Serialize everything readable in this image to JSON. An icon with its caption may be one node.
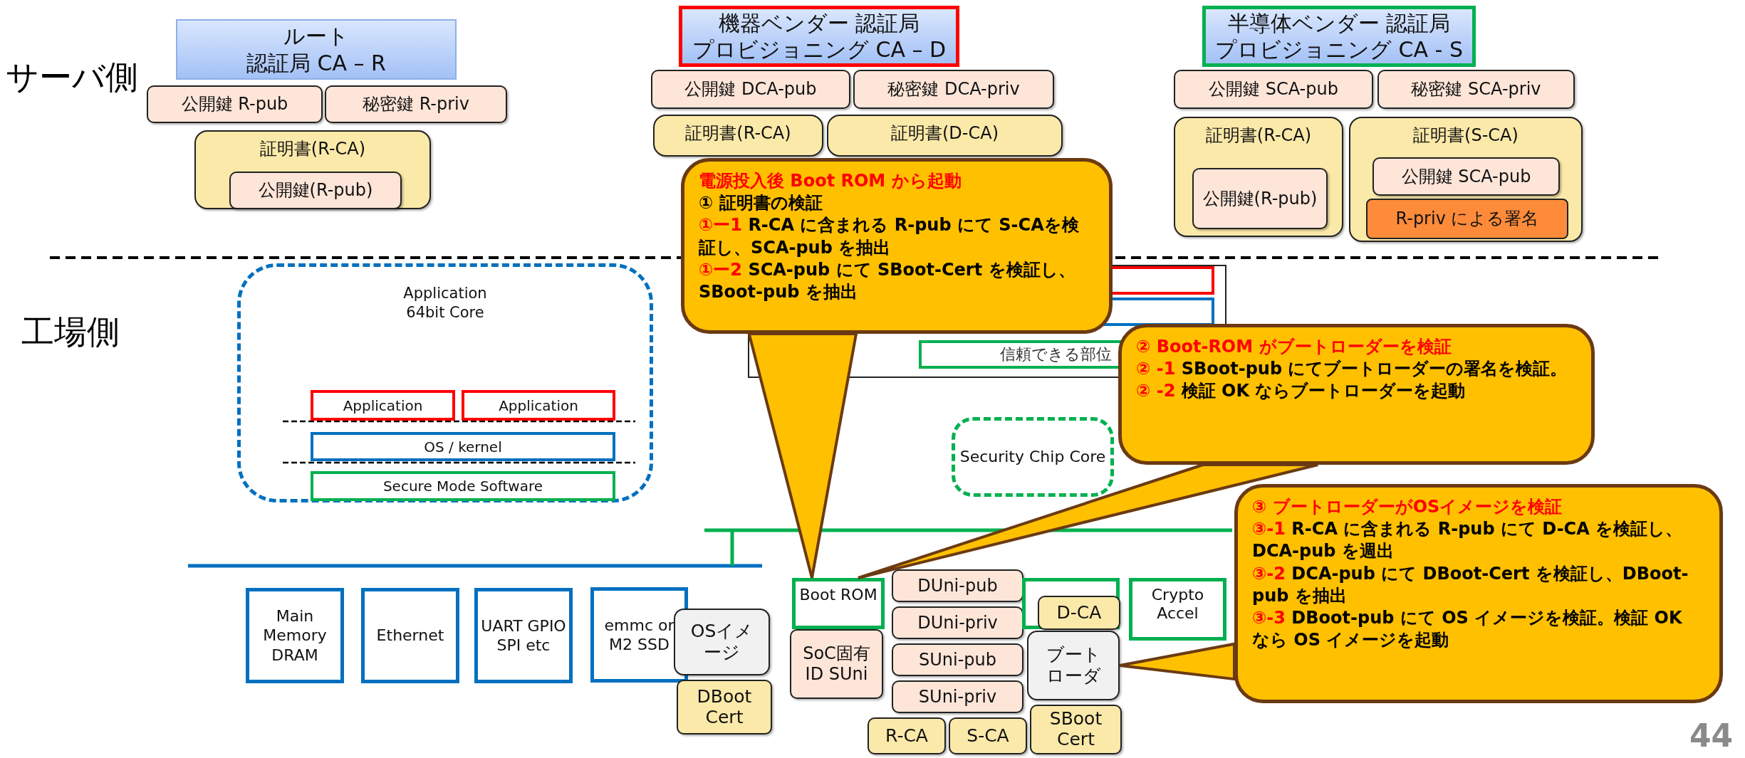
{
  "diagram": {
    "nodes": [
      {
        "text": [
          "ルート",
          "認証局 CA – R"
        ]
      },
      {
        "text": [
          "公開鍵 R-pub"
        ]
      },
      {
        "text": [
          "秘密鍵 R-priv"
        ]
      },
      {
        "text": [
          "証明書(R-CA)"
        ]
      },
      {
        "text": [
          "公開鍵(R-pub)"
        ],
        "in": 3
      },
      {
        "text": [
          "機器ベンダー 認証局",
          "プロビジョニング CA – D"
        ]
      },
      {
        "text": [
          "公開鍵 DCA-pub"
        ]
      },
      {
        "text": [
          "秘密鍵 DCA-priv"
        ]
      },
      {
        "text": [
          "証明書(R-CA)"
        ]
      },
      {
        "text": [
          "証明書(D-CA)"
        ]
      },
      {
        "text": [
          "半導体ベンダー 認証局",
          "プロビジョニング CA - S"
        ]
      },
      {
        "text": [
          "公開鍵 SCA-pub"
        ]
      },
      {
        "text": [
          "秘密鍵 SCA-priv"
        ]
      },
      {
        "text": [
          "証明書(R-CA)"
        ]
      },
      {
        "text": [
          "公開鍵(R-pub)"
        ],
        "in": 13
      },
      {
        "text": [
          "証明書(S-CA)"
        ]
      },
      {
        "text": [
          "公開鍵 SCA-pub"
        ],
        "in": 15
      },
      {
        "text": [
          "R-priv による署名"
        ],
        "in": 15
      },
      {
        "text": [
          "電源投入後 Boot ROM から起動",
          "① 証明書の検証",
          "①ー1",
          "R-CA に含まれる R-pub にて S-CAを検証し、SCA-pub を抽出",
          "①ー2",
          "SCA-pub にて SBoot-Cert を検証し、SBoot-pub を抽出"
        ]
      },
      {
        "text": [
          "② Boot-ROM がブートローダーを検証",
          "② -1",
          "SBoot-pub にてブートローダーの署名を検証。",
          "② -2",
          "検証 OK ならブートローダーを起動"
        ]
      },
      {
        "text": [
          "③ ブートローダーがOSイメージを検証",
          "③-1",
          "R-CA に含まれる R-pub にて D-CA を検証し、DCA-pub を週出",
          "③-2",
          "DCA-pub にて DBoot-Cert を検証し、DBoot-pub を抽出",
          "③-3",
          "DBoot-pub にて OS イメージを検証。検証 OK なら OS イメージを起動"
        ]
      },
      {
        "text": [
          "Application 64bit Core"
        ]
      },
      {
        "text": [
          "Application"
        ],
        "in": 21
      },
      {
        "text": [
          "Application"
        ],
        "in": 21
      },
      {
        "text": [
          "OS / kernel"
        ],
        "in": 21
      },
      {
        "text": [
          "Secure Mode Software"
        ],
        "in": 21
      },
      {
        "text": [
          "Main Memory DRAM"
        ]
      },
      {
        "text": [
          "Ethernet"
        ]
      },
      {
        "text": [
          "UART GPIO SPI etc"
        ]
      },
      {
        "text": [
          "emmc or M2 SSD"
        ]
      },
      {
        "text": [
          "OSイメージ"
        ]
      },
      {
        "text": [
          "DBoot Cert"
        ]
      },
      {
        "text": [
          "Boot ROM"
        ]
      },
      {
        "text": [
          "SoC固有ID SUni"
        ]
      },
      {
        "text": [
          "DUni-pub"
        ]
      },
      {
        "text": [
          "DUni-priv"
        ]
      },
      {
        "text": [
          "SUni-pub"
        ]
      },
      {
        "text": [
          "SUni-priv"
        ]
      },
      {
        "text": [],
        "shape": "box"
      },
      {
        "text": [
          "D-CA"
        ],
        "in": 38
      },
      {
        "text": [
          "ブートローダ"
        ]
      },
      {
        "text": [
          "SBoot Cert"
        ]
      },
      {
        "text": [
          "R-CA"
        ]
      },
      {
        "text": [
          "S-CA"
        ]
      },
      {
        "text": [
          "Crypto Accel"
        ]
      },
      {
        "text": [
          "Security Chip Core"
        ]
      }
    ],
    "edges": [
      {
        "from": 18,
        "to": 32,
        "arrow": "none"
      },
      {
        "from": 19,
        "to": 32,
        "arrow": "none"
      },
      {
        "from": 20,
        "to": 40,
        "arrow": "none"
      }
    ],
    "labels": [
      "サーバ側",
      "工場側",
      "44"
    ],
    "legend": [
      {
        "text": "信頼できる部位"
      }
    ]
  }
}
